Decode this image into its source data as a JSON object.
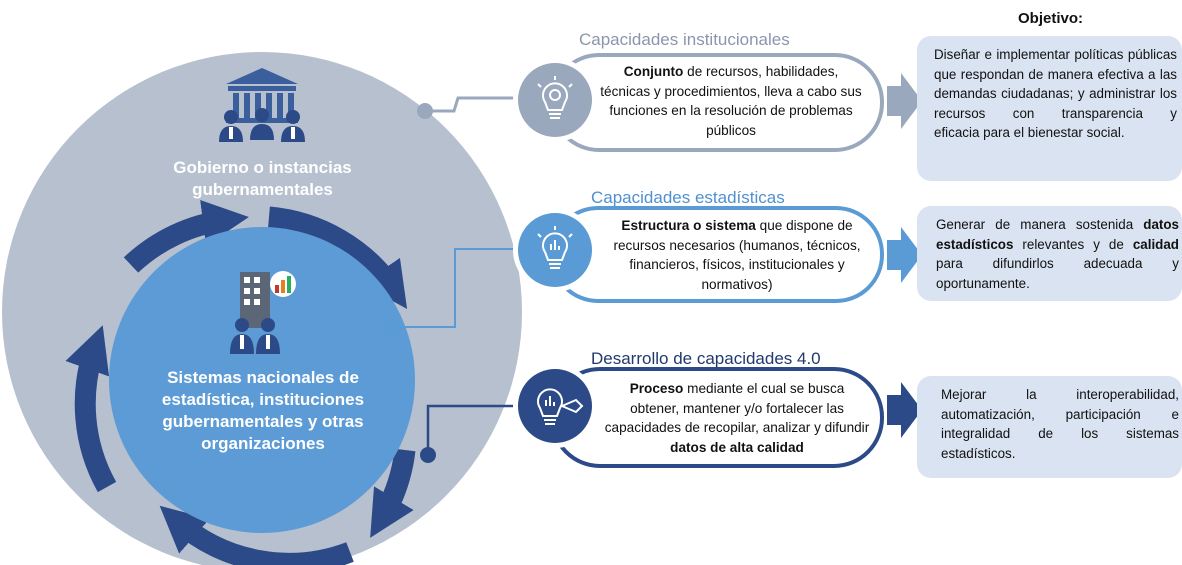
{
  "colors": {
    "outer_circle": "#b7c0ce",
    "inner_circle": "#5c9bd5",
    "dark_blue": "#2c4a87",
    "medium_blue": "#5b9bd5",
    "gray_blue": "#9aa8bd",
    "objective_box": "#dae3f1"
  },
  "left": {
    "outer_label": "Gobierno o instancias gubernamentales",
    "inner_label": "Sistemas nacionales de estadística, instituciones gubernamentales y otras organizaciones",
    "outer_icon": "government-building-people-icon",
    "inner_icon": "office-building-chart-people-icon"
  },
  "objective_header": "Objetivo:",
  "rows": [
    {
      "title": "Capacidades institucionales",
      "icon": "lightbulb-gear-icon",
      "def_bold": "Conjunto",
      "def_rest": " de recursos, habilidades, técnicas y procedimientos, lleva a cabo sus funciones en la resolución de problemas públicos",
      "objective_main": "Diseñar e implementar políticas públicas que respondan de manera efectiva a las demandas ciudadanas; y administrar los recursos con transparencia y",
      "objective_last": "eficacia para el bienestar social."
    },
    {
      "title": "Capacidades estadísticas",
      "icon": "lightbulb-chart-icon",
      "def_bold": "Estructura o sistema",
      "def_rest": " que dispone de recursos necesarios (humanos, técnicos, financieros, físicos, institucionales y normativos)",
      "objective_p1": "Generar de manera sostenida ",
      "objective_b1": "datos estadísticos",
      "objective_p2": " relevantes y de ",
      "objective_b2": "calidad",
      "objective_p3": " para difundirlos adecuada y",
      "objective_last": "oportunamente."
    },
    {
      "title": "Desarrollo de capacidades 4.0",
      "icon": "lightbulb-chart-tag-icon",
      "def_bold": "Proceso",
      "def_rest": " mediante el cual se busca obtener, mantener y/o fortalecer las capacidades de recopilar, analizar y difundir ",
      "def_bold2": "datos de alta calidad",
      "objective_main": "Mejorar la interoperabilidad, automatización, participación e integralidad de los sistemas",
      "objective_last": "estadísticos."
    }
  ]
}
